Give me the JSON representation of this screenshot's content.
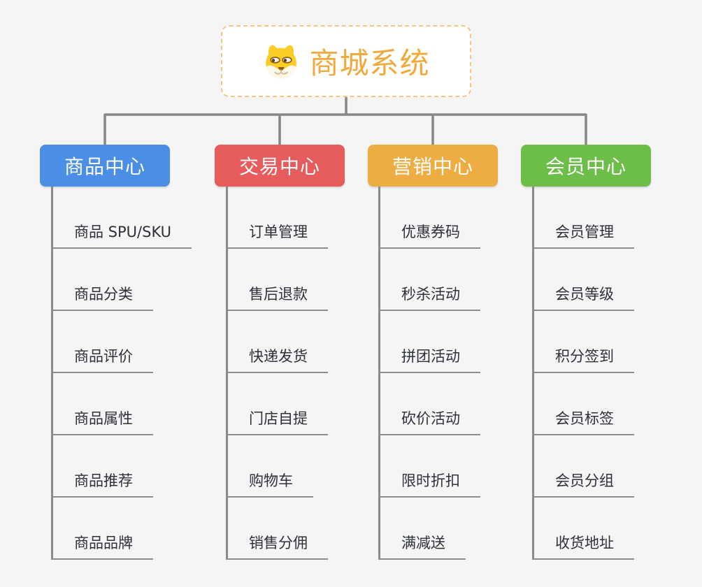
{
  "app": {
    "background_color": "#f5f5f6",
    "connector_color": "#878787",
    "underline_color": "#8d8d8d",
    "item_text_color": "#2e3138"
  },
  "root": {
    "title": "商城系统",
    "icon": "shiba-dog-icon",
    "text_color": "#f2a93c",
    "border_color": "#f6c77f",
    "fill_color": "#ffffff"
  },
  "branches": [
    {
      "id": "product-center",
      "label": "商品中心",
      "color": "#4a8ee6",
      "items": [
        "商品 SPU/SKU",
        "商品分类",
        "商品评价",
        "商品属性",
        "商品推荐",
        "商品品牌"
      ]
    },
    {
      "id": "trade-center",
      "label": "交易中心",
      "color": "#e65b5b",
      "items": [
        "订单管理",
        "售后退款",
        "快递发货",
        "门店自提",
        "购物车",
        "销售分佣"
      ]
    },
    {
      "id": "marketing-center",
      "label": "营销中心",
      "color": "#edad43",
      "items": [
        "优惠券码",
        "秒杀活动",
        "拼团活动",
        "砍价活动",
        "限时折扣",
        "满减送"
      ]
    },
    {
      "id": "member-center",
      "label": "会员中心",
      "color": "#6cbe48",
      "items": [
        "会员管理",
        "会员等级",
        "积分签到",
        "会员标签",
        "会员分组",
        "收货地址"
      ]
    }
  ]
}
